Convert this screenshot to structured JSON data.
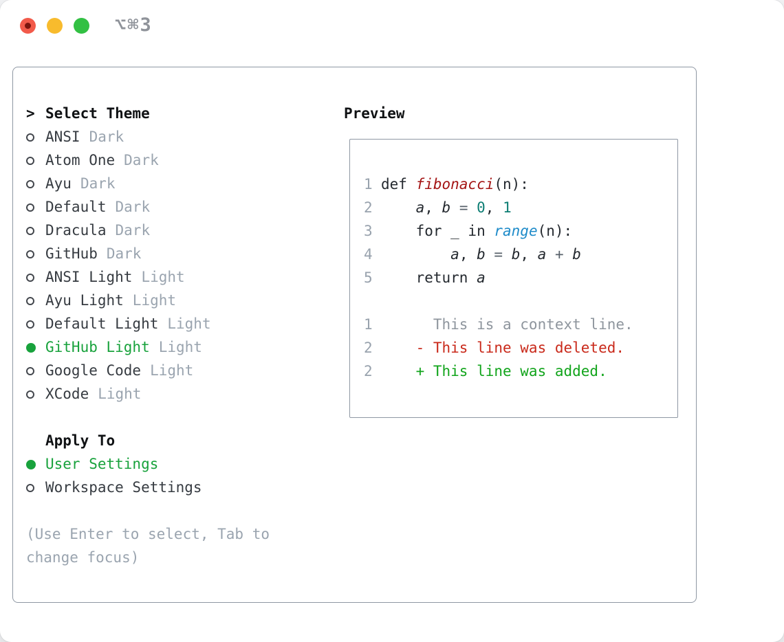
{
  "window": {
    "shortcut_label": "⌥⌘3"
  },
  "colors": {
    "close_red": "#f25a4a",
    "close_dot": "#7c150e",
    "min_yellow": "#f8bb2d",
    "max_green": "#32c043",
    "shortcut_gray": "#8f939a",
    "border_gray": "#8e97a3",
    "accent_green": "#18a23c",
    "tag_gray": "#9aa4af",
    "linenum_gray": "#98a2ad",
    "fn_red": "#a41515",
    "num_teal": "#0c7d73",
    "builtin_blue": "#1e8bc9",
    "context_gray": "#8e959d",
    "deleted_red": "#c9291a",
    "added_green": "#11a41b"
  },
  "theme_picker": {
    "cursor": ">",
    "header": "Select Theme",
    "items": [
      {
        "label": "ANSI",
        "tag": "Dark",
        "selected": false
      },
      {
        "label": "Atom One",
        "tag": "Dark",
        "selected": false
      },
      {
        "label": "Ayu",
        "tag": "Dark",
        "selected": false
      },
      {
        "label": "Default",
        "tag": "Dark",
        "selected": false
      },
      {
        "label": "Dracula",
        "tag": "Dark",
        "selected": false
      },
      {
        "label": "GitHub",
        "tag": "Dark",
        "selected": false
      },
      {
        "label": "ANSI Light",
        "tag": "Light",
        "selected": false
      },
      {
        "label": "Ayu Light",
        "tag": "Light",
        "selected": false
      },
      {
        "label": "Default Light",
        "tag": "Light",
        "selected": false
      },
      {
        "label": "GitHub Light",
        "tag": "Light",
        "selected": true
      },
      {
        "label": "Google Code",
        "tag": "Light",
        "selected": false
      },
      {
        "label": "XCode",
        "tag": "Light",
        "selected": false
      }
    ]
  },
  "apply_to": {
    "header": "Apply To",
    "options": [
      {
        "label": "User Settings",
        "selected": true
      },
      {
        "label": "Workspace Settings",
        "selected": false
      }
    ]
  },
  "hint": "(Use Enter to select, Tab to change focus)",
  "preview": {
    "header": "Preview",
    "lines": [
      {
        "num": "1",
        "segments": [
          {
            "text": "def ",
            "style": "plain"
          },
          {
            "text": "fibonacci",
            "style": "fn"
          },
          {
            "text": "(n):",
            "style": "plain"
          }
        ]
      },
      {
        "num": "2",
        "segments": [
          {
            "text": "    ",
            "style": "plain"
          },
          {
            "text": "a",
            "style": "var"
          },
          {
            "text": ", ",
            "style": "plain"
          },
          {
            "text": "b",
            "style": "var"
          },
          {
            "text": " = ",
            "style": "op"
          },
          {
            "text": "0",
            "style": "num"
          },
          {
            "text": ", ",
            "style": "plain"
          },
          {
            "text": "1",
            "style": "num"
          }
        ]
      },
      {
        "num": "3",
        "segments": [
          {
            "text": "    for _ in ",
            "style": "plain"
          },
          {
            "text": "range",
            "style": "builtin"
          },
          {
            "text": "(n):",
            "style": "plain"
          }
        ]
      },
      {
        "num": "4",
        "segments": [
          {
            "text": "        ",
            "style": "plain"
          },
          {
            "text": "a",
            "style": "var"
          },
          {
            "text": ", ",
            "style": "plain"
          },
          {
            "text": "b",
            "style": "var"
          },
          {
            "text": " = ",
            "style": "op"
          },
          {
            "text": "b",
            "style": "var"
          },
          {
            "text": ", ",
            "style": "plain"
          },
          {
            "text": "a",
            "style": "var"
          },
          {
            "text": " + ",
            "style": "op"
          },
          {
            "text": "b",
            "style": "var"
          }
        ]
      },
      {
        "num": "5",
        "segments": [
          {
            "text": "    return ",
            "style": "plain"
          },
          {
            "text": "a",
            "style": "var"
          }
        ]
      },
      {
        "num": "",
        "segments": []
      },
      {
        "num": "1",
        "segments": [
          {
            "text": "      This is a context line.",
            "style": "context"
          }
        ]
      },
      {
        "num": "2",
        "segments": [
          {
            "text": "    - This line was deleted.",
            "style": "deleted"
          }
        ]
      },
      {
        "num": "2",
        "segments": [
          {
            "text": "    + This line was added.",
            "style": "added"
          }
        ]
      }
    ]
  }
}
